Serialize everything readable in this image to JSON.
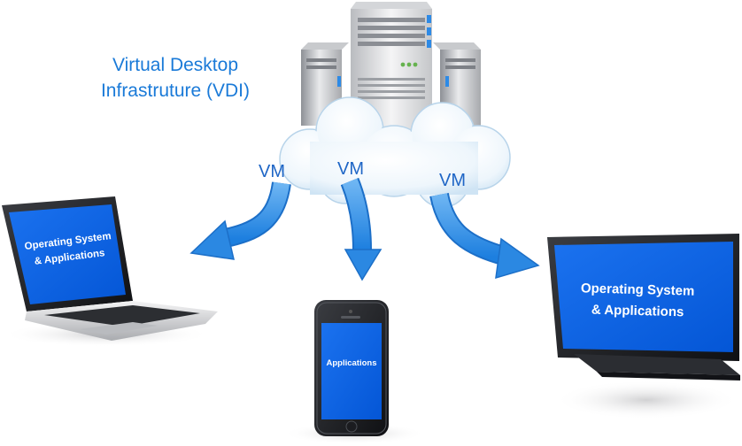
{
  "title": {
    "line1": "Virtual Desktop",
    "line2": "Infrastruture (VDI)"
  },
  "vm_labels": [
    "VM",
    "VM",
    "VM"
  ],
  "devices": {
    "laptop": {
      "line1": "Operating System",
      "line2": "& Applications"
    },
    "phone": {
      "line1": "Applications"
    },
    "monitor": {
      "line1": "Operating System",
      "line2": "& Applications"
    }
  },
  "colors": {
    "accent": "#1a7ad8",
    "screen": "#0a63e8",
    "arrow": "#2f8fe6",
    "cloud": "#e8f3fb"
  },
  "icons": [
    "server-icon",
    "cloud-icon",
    "laptop-icon",
    "smartphone-icon",
    "monitor-icon",
    "arrow-icon"
  ]
}
